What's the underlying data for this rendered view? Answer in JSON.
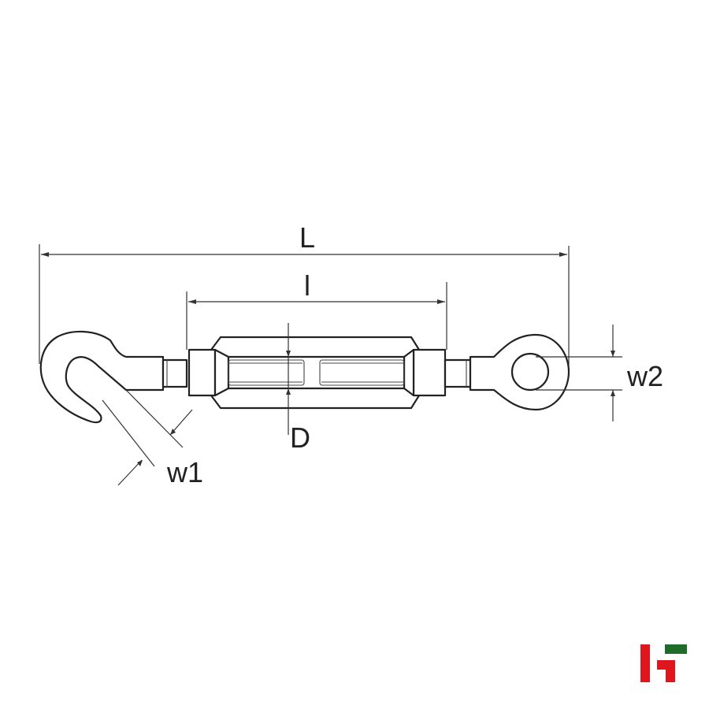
{
  "diagram": {
    "labels": {
      "overall_length": "L",
      "body_length": "l",
      "thread_diameter": "D",
      "hook_width": "w1",
      "eye_width": "w2"
    },
    "colors": {
      "line": "#222222",
      "logo_red": "#e0161e",
      "logo_green": "#1e6b2a"
    },
    "logo": {
      "name": "brand-logo"
    }
  }
}
